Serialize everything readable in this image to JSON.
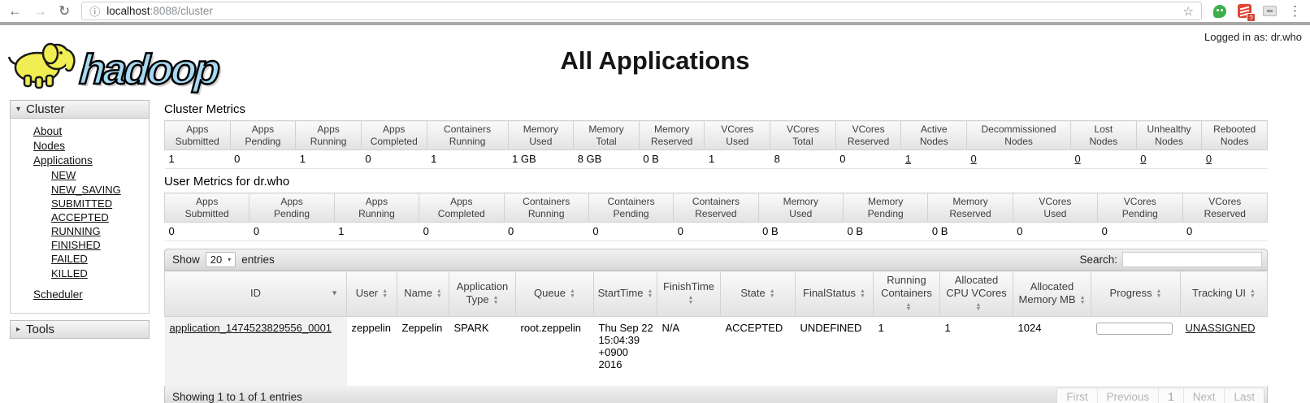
{
  "colors": {
    "link": "#141414",
    "logo_blue": "#a6d9f2",
    "elephant_yellow": "#f0ee52",
    "extension_green": "#3daf4a",
    "extension_red": "#e44332"
  },
  "icons": {
    "back": "←",
    "forward": "→",
    "reload": "↻",
    "info": "ⓘ",
    "star": "☆",
    "menu": "⋮",
    "dropdown": "▾",
    "collapse_open": "▾",
    "collapse_closed": "▸",
    "sort_asc": "▲",
    "sort_desc": "▼"
  },
  "browser": {
    "url_host": "localhost",
    "url_rest": ":8088/cluster",
    "extension_badge": "?"
  },
  "header": {
    "logo_text": "hadoop",
    "title": "All Applications",
    "logged_in_as": "Logged in as: dr.who"
  },
  "sidebar": {
    "cluster_header": "Cluster",
    "links": [
      "About",
      "Nodes",
      "Applications"
    ],
    "app_state_links": [
      "NEW",
      "NEW_SAVING",
      "SUBMITTED",
      "ACCEPTED",
      "RUNNING",
      "FINISHED",
      "FAILED",
      "KILLED"
    ],
    "scheduler_link": "Scheduler",
    "tools_header": "Tools"
  },
  "cluster_metrics": {
    "title": "Cluster Metrics",
    "columns": [
      "Apps Submitted",
      "Apps Pending",
      "Apps Running",
      "Apps Completed",
      "Containers Running",
      "Memory Used",
      "Memory Total",
      "Memory Reserved",
      "VCores Used",
      "VCores Total",
      "VCores Reserved",
      "Active Nodes",
      "Decommissioned Nodes",
      "Lost Nodes",
      "Unhealthy Nodes",
      "Rebooted Nodes"
    ],
    "values": [
      "1",
      "0",
      "1",
      "0",
      "1",
      "1 GB",
      "8 GB",
      "0 B",
      "1",
      "8",
      "0",
      "1",
      "0",
      "0",
      "0",
      "0"
    ],
    "link_value_indices": [
      11,
      12,
      13,
      14,
      15
    ]
  },
  "user_metrics": {
    "title": "User Metrics for dr.who",
    "columns": [
      "Apps Submitted",
      "Apps Pending",
      "Apps Running",
      "Apps Completed",
      "Containers Running",
      "Containers Pending",
      "Containers Reserved",
      "Memory Used",
      "Memory Pending",
      "Memory Reserved",
      "VCores Used",
      "VCores Pending",
      "VCores Reserved"
    ],
    "values": [
      "0",
      "0",
      "1",
      "0",
      "0",
      "0",
      "0",
      "0 B",
      "0 B",
      "0 B",
      "0",
      "0",
      "0"
    ],
    "link_value_indices": []
  },
  "apps_table": {
    "show_label": "Show",
    "page_size": "20",
    "entries_label": "entries",
    "search_label": "Search:",
    "search_value": "",
    "columns": [
      "ID",
      "User",
      "Name",
      "Application Type",
      "Queue",
      "StartTime",
      "FinishTime",
      "State",
      "FinalStatus",
      "Running Containers",
      "Allocated CPU VCores",
      "Allocated Memory MB",
      "Progress",
      "Tracking UI"
    ],
    "sorted_column_index": 0,
    "row": {
      "id": "application_1474523829556_0001",
      "user": "zeppelin",
      "name": "Zeppelin",
      "application_type": "SPARK",
      "queue": "root.zeppelin",
      "start_time": "Thu Sep 22 15:04:39 +0900 2016",
      "finish_time": "N/A",
      "state": "ACCEPTED",
      "final_status": "UNDEFINED",
      "running_containers": "1",
      "allocated_cpu_vcores": "1",
      "allocated_memory_mb": "1024",
      "progress_percent": 0,
      "tracking_ui": "UNASSIGNED"
    },
    "footer": {
      "showing_text": "Showing 1 to 1 of 1 entries",
      "pagination": [
        "First",
        "Previous",
        "1",
        "Next",
        "Last"
      ],
      "current_page": "1"
    }
  }
}
